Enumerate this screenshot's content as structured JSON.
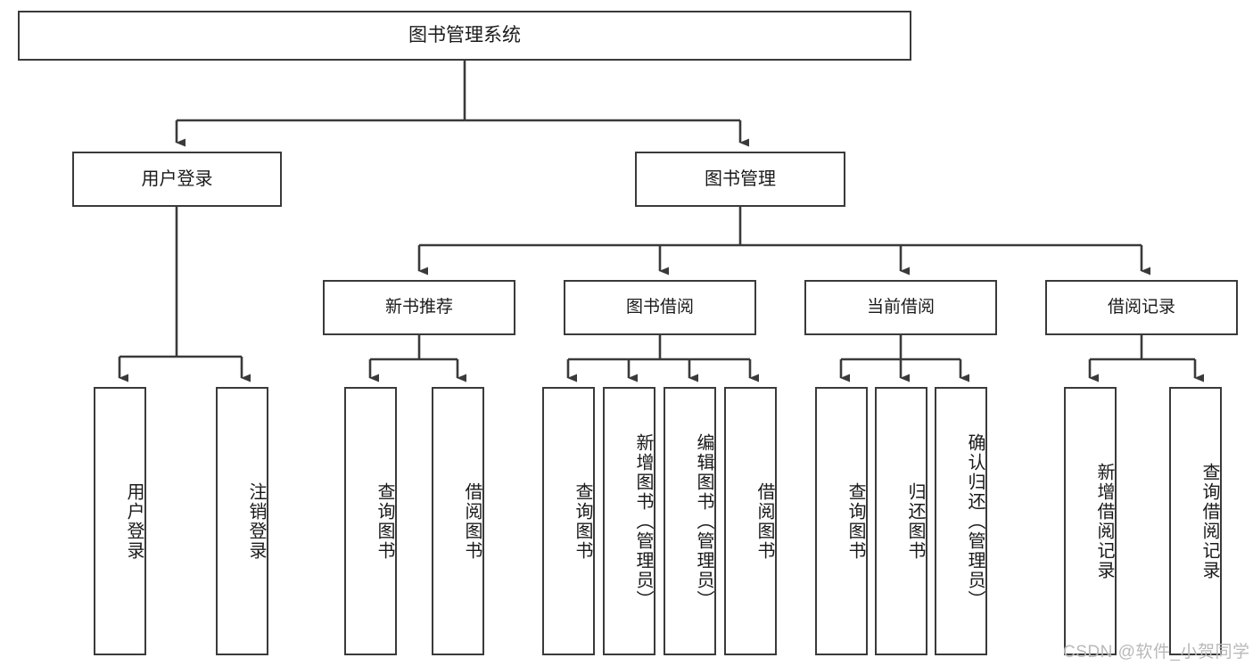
{
  "diagram": {
    "type": "tree",
    "title": "图书管理系统",
    "root": {
      "id": "root",
      "label": "图书管理系统"
    },
    "level2": [
      {
        "id": "user-login",
        "label": "用户登录"
      },
      {
        "id": "book-manage",
        "label": "图书管理"
      }
    ],
    "level3": [
      {
        "id": "new-book-rec",
        "label": "新书推荐"
      },
      {
        "id": "book-borrow",
        "label": "图书借阅"
      },
      {
        "id": "current-borrow",
        "label": "当前借阅"
      },
      {
        "id": "borrow-record",
        "label": "借阅记录"
      }
    ],
    "leaves": {
      "user_login": [
        {
          "id": "leaf-user-login",
          "label": "用户登录"
        },
        {
          "id": "leaf-logout",
          "label": "注销登录"
        }
      ],
      "new_book_rec": [
        {
          "id": "leaf-query-book-1",
          "label": "查询图书"
        },
        {
          "id": "leaf-borrow-book-1",
          "label": "借阅图书"
        }
      ],
      "book_borrow": [
        {
          "id": "leaf-query-book-2",
          "label": "查询图书"
        },
        {
          "id": "leaf-add-book",
          "label": "新增图书（管理员）"
        },
        {
          "id": "leaf-edit-book",
          "label": "编辑图书（管理员）"
        },
        {
          "id": "leaf-borrow-book-2",
          "label": "借阅图书"
        }
      ],
      "current_borrow": [
        {
          "id": "leaf-query-book-3",
          "label": "查询图书"
        },
        {
          "id": "leaf-return-book",
          "label": "归还图书"
        },
        {
          "id": "leaf-confirm-return",
          "label": "确认归还（管理员）"
        }
      ],
      "borrow_record": [
        {
          "id": "leaf-add-record",
          "label": "新增借阅记录"
        },
        {
          "id": "leaf-query-record",
          "label": "查询借阅记录"
        }
      ]
    }
  },
  "watermark": {
    "text": "CSDN @软件_小贺同学"
  },
  "colors": {
    "stroke": "#3a3a3a",
    "fill": "#ffffff",
    "text": "#1a1a1a",
    "watermark": "#b9b9b9"
  }
}
